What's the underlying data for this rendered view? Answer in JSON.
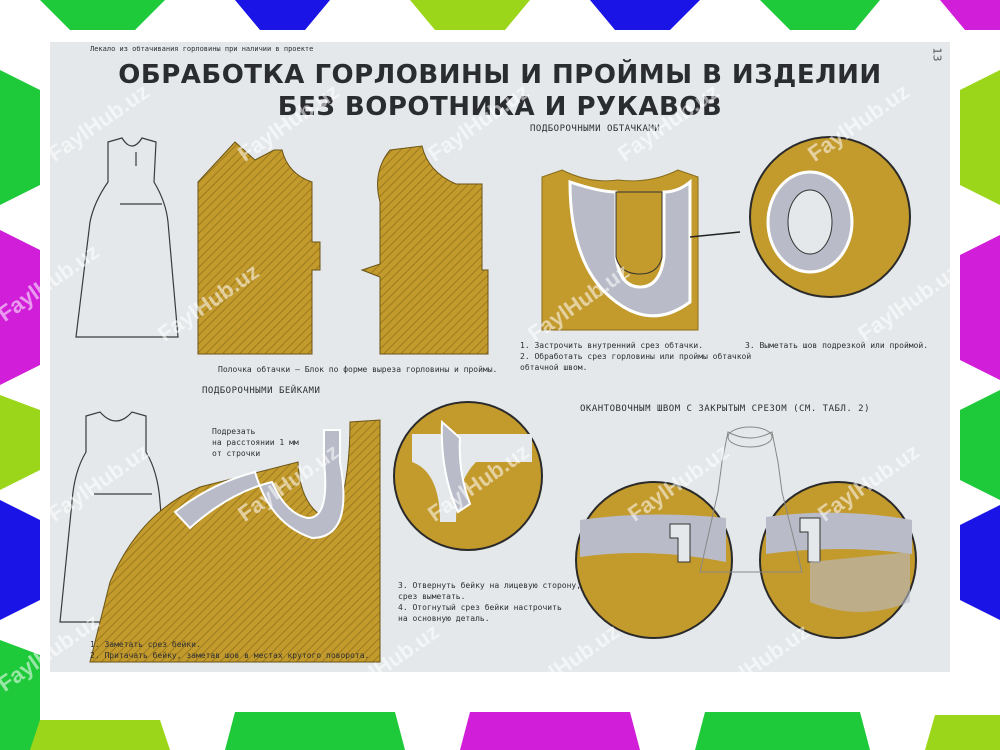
{
  "colors": {
    "green": "#1ec93a",
    "blue": "#1a14e6",
    "magenta": "#d11fd9",
    "lime": "#9cd61a",
    "fabric": "#c39a2c",
    "fabric_dark": "#9c7a1f",
    "facing": "#b9bcc8",
    "paper": "#e4e8ea"
  },
  "poster": {
    "top_note": "Лекало из обтачивания горловины при наличии в проекте",
    "page_number": "13",
    "title_line1": "ОБРАБОТКА ГОРЛОВИНЫ И ПРОЙМЫ В ИЗДЕЛИИ",
    "title_line2": "БЕЗ ВОРОТНИКА И РУКАВОВ"
  },
  "sections": {
    "facings": {
      "heading": "ПОДБОРОЧНЫМИ ОБТАЧКАМИ",
      "steps": "1. Застрочить внутренний срез обтачки.\n2. Обработать срез горловины или проймы обтачкой\nобтачной швом.",
      "detail_step": "3. Выметать шов подрезкой или проймой."
    },
    "pattern": {
      "caption": "Полочка обтачки — Блок по форме выреза горловины и проймы."
    },
    "bias": {
      "heading": "ПОДБОРОЧНЫМИ БЕЙКАМИ",
      "annotation": "Подрезать\nна расстоянии 1 мм\nот строчки",
      "steps": "1. Заметать срез бейки.\n2. Притачать бейку, заметав шов в местах крутого поворота.",
      "detail_steps": "3. Отвернуть бейку на лицевую сторону,\nсрез выметать.\n4. Отогнутый срез бейки настрочить\nна основную деталь."
    },
    "edge": {
      "heading": "ОКАНТОВОЧНЫМ ШВОМ С ЗАКРЫТЫМ СРЕЗОМ (СМ. ТАБЛ. 2)"
    }
  },
  "watermarks": [
    "FaylHub.uz",
    "FaylHub.uz",
    "FaylHub.uz",
    "FaylHub.uz",
    "FaylHub.uz",
    "FaylHub.uz",
    "FaylHub.uz",
    "FaylHub.uz",
    "FaylHub.uz",
    "FaylHub.uz",
    "FaylHub.uz",
    "FaylHub.uz",
    "FaylHub.uz",
    "FaylHub.uz",
    "FaylHub.uz",
    "FaylHub.uz",
    "FaylHub.uz",
    "FaylHub.uz"
  ]
}
